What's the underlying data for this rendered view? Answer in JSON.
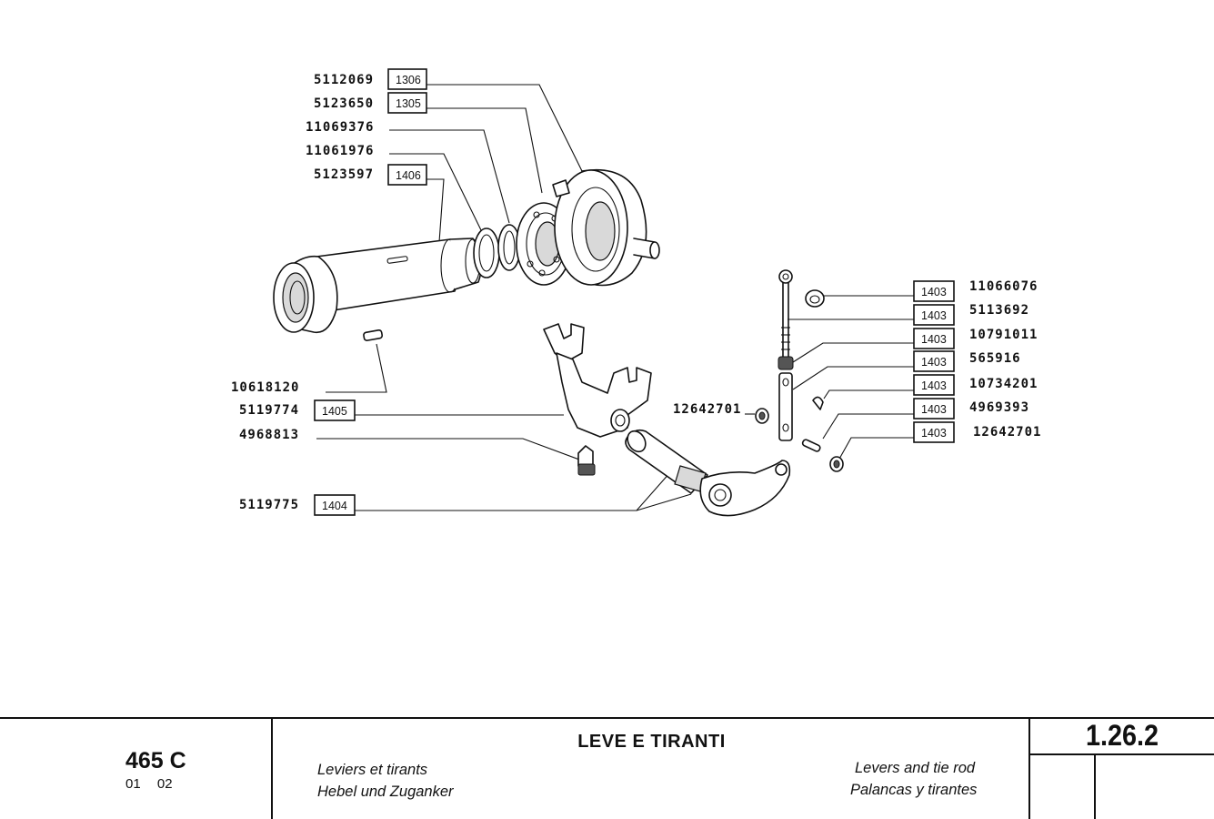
{
  "callouts_left": [
    {
      "part_number": "5112069",
      "ref": "1306"
    },
    {
      "part_number": "5123650",
      "ref": "1305"
    },
    {
      "part_number": "11069376",
      "ref": ""
    },
    {
      "part_number": "11061976",
      "ref": ""
    },
    {
      "part_number": "5123597",
      "ref": "1406"
    },
    {
      "part_number": "10618120",
      "ref": ""
    },
    {
      "part_number": "5119774",
      "ref": "1405"
    },
    {
      "part_number": "4968813",
      "ref": ""
    },
    {
      "part_number": "5119775",
      "ref": "1404"
    }
  ],
  "callout_center": {
    "part_number": "12642701"
  },
  "callouts_right": [
    {
      "part_number": "11066076",
      "ref": "1403"
    },
    {
      "part_number": "5113692",
      "ref": "1403"
    },
    {
      "part_number": "10791011",
      "ref": "1403"
    },
    {
      "part_number": "565916",
      "ref": "1403"
    },
    {
      "part_number": "10734201",
      "ref": "1403"
    },
    {
      "part_number": "4969393",
      "ref": "1403"
    },
    {
      "part_number": "12642701",
      "ref": "1403"
    }
  ],
  "title_block": {
    "model": "465 C",
    "model_code_1": "01",
    "model_code_2": "02",
    "title": "LEVE E TIRANTI",
    "title_fr": "Leviers et tirants",
    "title_de": "Hebel und Zuganker",
    "title_en": "Levers and tie rod",
    "title_es": "Palancas y tirantes",
    "page_number": "1.26.2"
  }
}
